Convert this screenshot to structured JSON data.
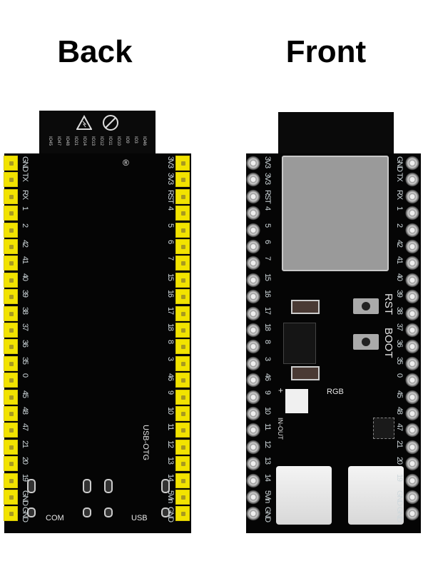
{
  "back": {
    "title": "Back",
    "left_pins": [
      "GND",
      "TX",
      "RX",
      "1",
      "2",
      "42",
      "41",
      "40",
      "39",
      "38",
      "37",
      "36",
      "35",
      "0",
      "45",
      "48",
      "47",
      "21",
      "20",
      "19",
      "GND",
      "GND"
    ],
    "right_pins": [
      "3V3",
      "3V3",
      "RST",
      "4",
      "5",
      "6",
      "7",
      "15",
      "16",
      "17",
      "18",
      "8",
      "3",
      "46",
      "9",
      "10",
      "11",
      "12",
      "13",
      "14",
      "5Vin",
      "GND"
    ],
    "module_pins": [
      "IO45",
      "IO47",
      "IO48",
      "IO21",
      "IO14",
      "IO13",
      "IO12",
      "IO11",
      "IO10",
      "IO9",
      "IO3",
      "IO46"
    ],
    "silk": {
      "usb_otg": "USB-OTG",
      "com": "COM",
      "usb": "USB",
      "registered": "®"
    },
    "icons": [
      "esd-warning-icon",
      "no-touch-icon"
    ],
    "pin_color": "#f2e300"
  },
  "front": {
    "title": "Front",
    "left_pins": [
      "3V3",
      "3V3",
      "RST",
      "4",
      "5",
      "6",
      "7",
      "15",
      "16",
      "17",
      "18",
      "8",
      "3",
      "46",
      "9",
      "10",
      "11",
      "12",
      "13",
      "14",
      "5Vin",
      "GND"
    ],
    "right_pins": [
      "GND",
      "TX",
      "RX",
      "1",
      "2",
      "42",
      "41",
      "40",
      "39",
      "38",
      "37",
      "36",
      "35",
      "0",
      "45",
      "48",
      "47",
      "21",
      "20",
      "19",
      "GND",
      "GND"
    ],
    "silk": {
      "rst": "RST",
      "boot": "BOOT",
      "rgb": "RGB",
      "in_out": "IN-OUT",
      "plus": "+"
    }
  }
}
